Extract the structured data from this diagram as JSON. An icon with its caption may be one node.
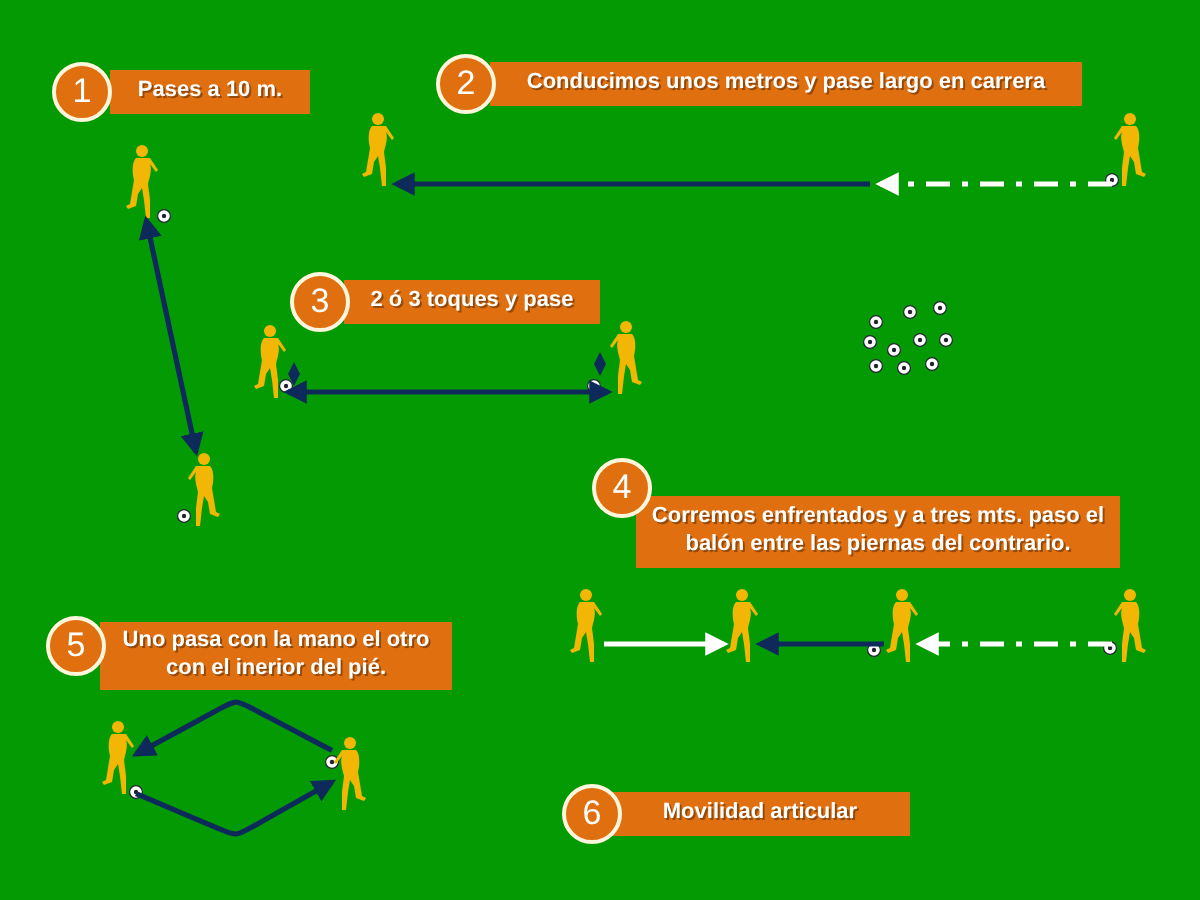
{
  "diagram": {
    "nodes": [
      {
        "text": [
          "1",
          "Pases a 10 m."
        ]
      },
      {
        "text": [
          "2",
          "Conducimos unos metros y pase largo en carrera"
        ]
      },
      {
        "text": [
          "3",
          "2 ó 3 toques y pase"
        ]
      },
      {
        "text": [
          "4",
          "Corremos enfrentados y a tres mts. paso el balón entre las piernas del contrario."
        ]
      },
      {
        "text": [
          "5",
          "Uno pasa con la mano el otro con el inerior del pié."
        ]
      },
      {
        "text": [
          "6",
          "Movilidad articular"
        ]
      },
      {
        "text": [],
        "shape": "person"
      },
      {
        "text": [],
        "shape": "person"
      },
      {
        "text": [],
        "shape": "person"
      },
      {
        "text": [],
        "shape": "person"
      },
      {
        "text": [],
        "shape": "person"
      },
      {
        "text": [],
        "shape": "person"
      },
      {
        "text": [],
        "shape": "person"
      },
      {
        "text": [],
        "shape": "person"
      },
      {
        "text": [],
        "shape": "person"
      },
      {
        "text": [],
        "shape": "person"
      },
      {
        "text": [],
        "shape": "person"
      },
      {
        "text": [],
        "shape": "person"
      }
    ],
    "edges": [
      {
        "from": 6,
        "to": 7,
        "arrow": "both"
      },
      {
        "from": 9,
        "to": null,
        "arrow": "to",
        "style": "dashed",
        "color": "#ffffff"
      },
      {
        "from": null,
        "to": 8,
        "arrow": "to"
      },
      {
        "from": 10,
        "to": 11,
        "arrow": "both"
      },
      {
        "from": 12,
        "to": 13,
        "arrow": "to",
        "color": "#ffffff"
      },
      {
        "from": 14,
        "to": 13,
        "arrow": "to"
      },
      {
        "from": 15,
        "to": 14,
        "arrow": "to",
        "style": "dashed",
        "color": "#ffffff"
      },
      {
        "from": 17,
        "to": 16,
        "arrow": "to"
      },
      {
        "from": 16,
        "to": 17,
        "arrow": "to"
      }
    ]
  }
}
